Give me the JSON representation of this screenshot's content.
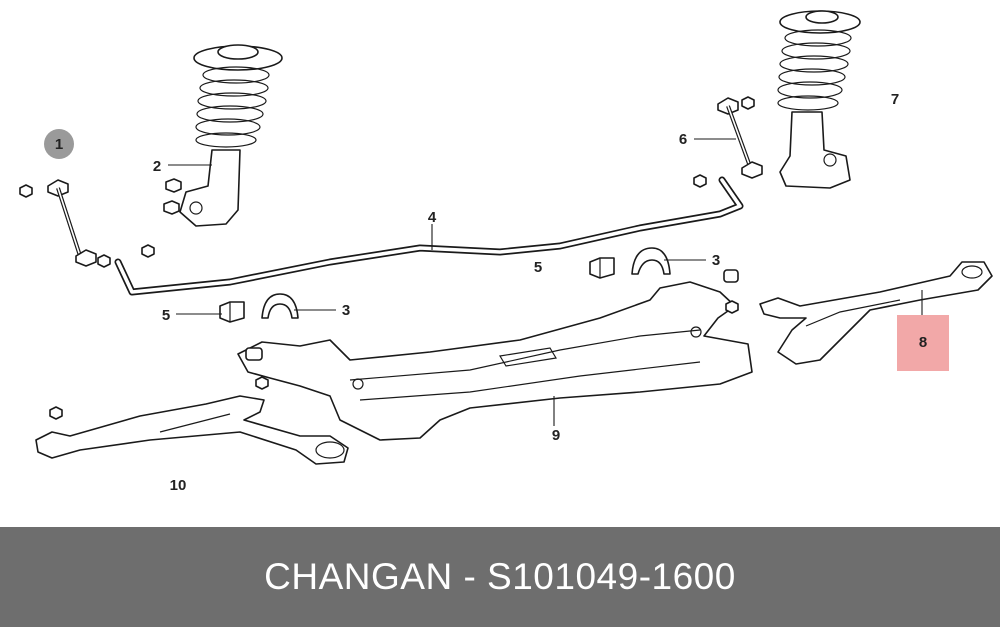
{
  "diagram": {
    "callouts": {
      "c1": "1",
      "c2": "2",
      "c3a": "3",
      "c3b": "3",
      "c4": "4",
      "c5a": "5",
      "c5b": "5",
      "c6": "6",
      "c7": "7",
      "c8": "8",
      "c9": "9",
      "c10": "10"
    },
    "highlight_color": "#f2a8a8",
    "badge_color": "#9a9a9a"
  },
  "footer": {
    "text": "CHANGAN - S101049-1600",
    "background": "#6e6e6e"
  }
}
